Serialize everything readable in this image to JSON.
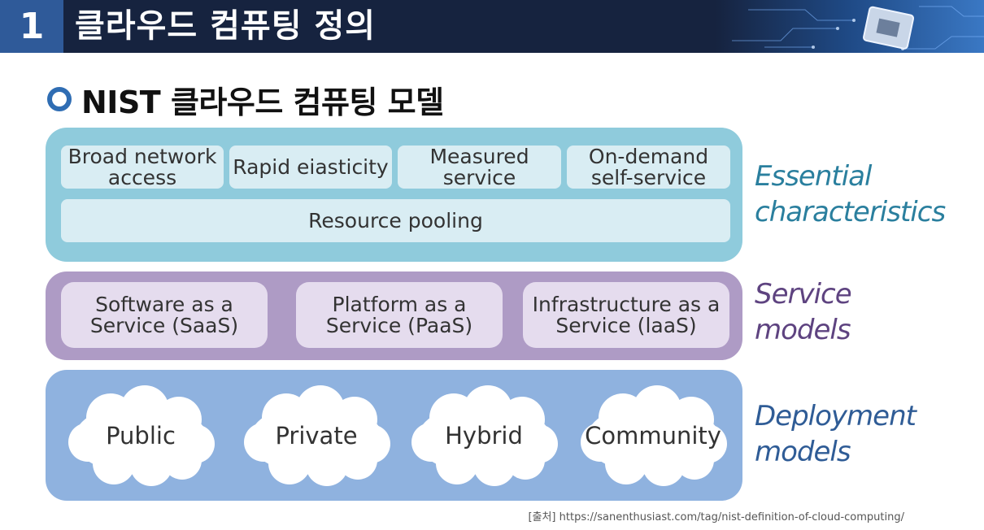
{
  "header": {
    "number": "1",
    "title": "클라우드 컴퓨팅 정의"
  },
  "section_title": "NIST 클라우드 컴퓨팅 모델",
  "essential": {
    "label": "Essential characteristics",
    "items": [
      "Broad network access",
      "Rapid eiasticity",
      "Measured service",
      "On-demand self-service"
    ],
    "pool": "Resource pooling"
  },
  "service": {
    "label": "Service models",
    "items": [
      "Software as a Service (SaaS)",
      "Platform as a Service (PaaS)",
      "Infrastructure as a Service (laaS)"
    ]
  },
  "deployment": {
    "label": "Deployment models",
    "items": [
      "Public",
      "Private",
      "Hybrid",
      "Community"
    ]
  },
  "source": "[출처] https://sanenthusiast.com/tag/nist-definition-of-cloud-computing/",
  "colors": {
    "header_bg": "#16233f",
    "number_bg": "#2f5a99",
    "essential_band": "#8fcbdc",
    "service_band": "#ae9bc5",
    "deployment_band": "#8fb2df",
    "essential_label": "#2a7f9e",
    "service_label": "#5e4380",
    "deployment_label": "#2f5c96"
  }
}
